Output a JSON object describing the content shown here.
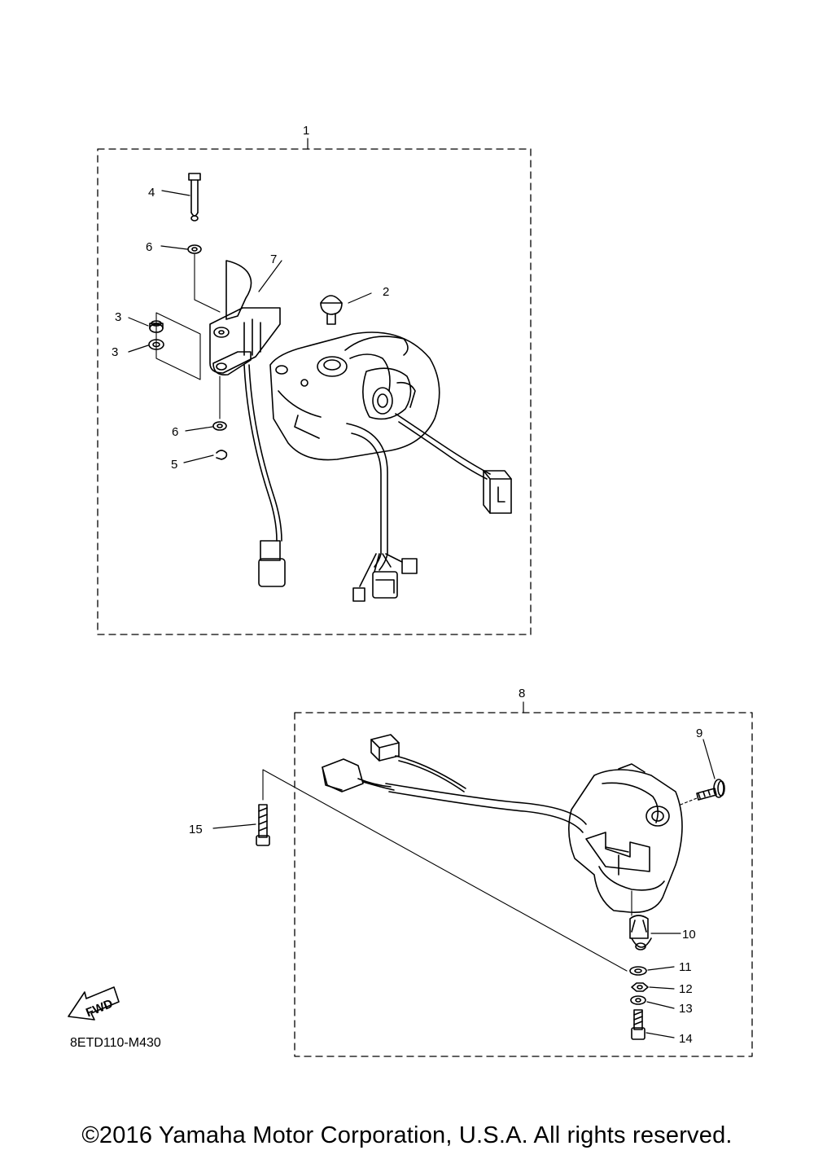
{
  "diagram": {
    "assembly_labels": {
      "upper": "1",
      "lower": "8"
    },
    "callouts": {
      "c1": "1",
      "c2": "2",
      "c3a": "3",
      "c3b": "3",
      "c4": "4",
      "c5": "5",
      "c6a": "6",
      "c6b": "6",
      "c7": "7",
      "c8": "8",
      "c9": "9",
      "c10": "10",
      "c11": "11",
      "c12": "12",
      "c13": "13",
      "c14": "14",
      "c15": "15"
    },
    "fwd_label": "FWD",
    "reference_code": "8ETD110-M430"
  },
  "footer": {
    "copyright": "©2016 Yamaha Motor Corporation, U.S.A. All rights reserved."
  }
}
